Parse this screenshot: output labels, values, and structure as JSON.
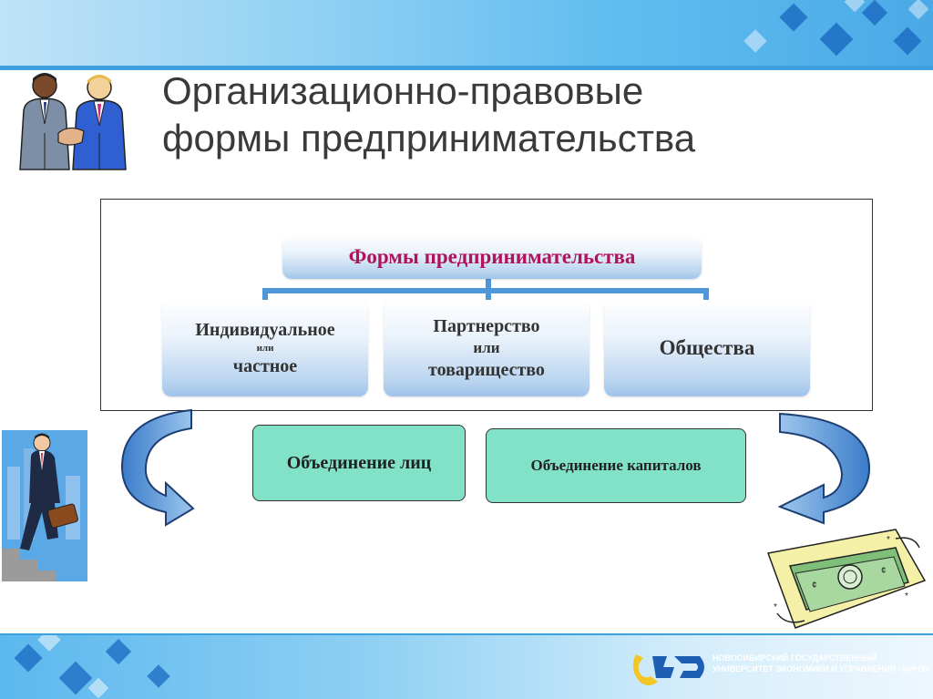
{
  "title": {
    "line1": "Организационно-правовые",
    "line2": "формы предпринимательства"
  },
  "diagram": {
    "root": "Формы предпринимательства",
    "children": [
      {
        "line1": "Индивидуальное",
        "line2": "или",
        "line3": "частное"
      },
      {
        "line1": "Партнерство",
        "line2": "или",
        "line3": "товарищество"
      },
      {
        "line1": "Общества"
      }
    ]
  },
  "groups": {
    "persons": "Объединение лиц",
    "capitals": "Объединение капиталов"
  },
  "footer": {
    "line1": "НОВОСИБИРСКИЙ ГОСУДАРСТВЕННЫЙ",
    "line2": "УНИВЕРСИТЕТ ЭКОНОМИКИ И УПРАВЛЕНИЯ «НИНХ»"
  },
  "colors": {
    "root_text": "#b0135b",
    "group_fill": "#82e2c8",
    "connector": "#4f96d8",
    "title_text": "#3a3a3a"
  },
  "icons": [
    "handshake-clipart-icon",
    "businessman-stairs-clipart-icon",
    "money-clipart-icon",
    "curved-arrow-icon",
    "university-logo-icon"
  ]
}
